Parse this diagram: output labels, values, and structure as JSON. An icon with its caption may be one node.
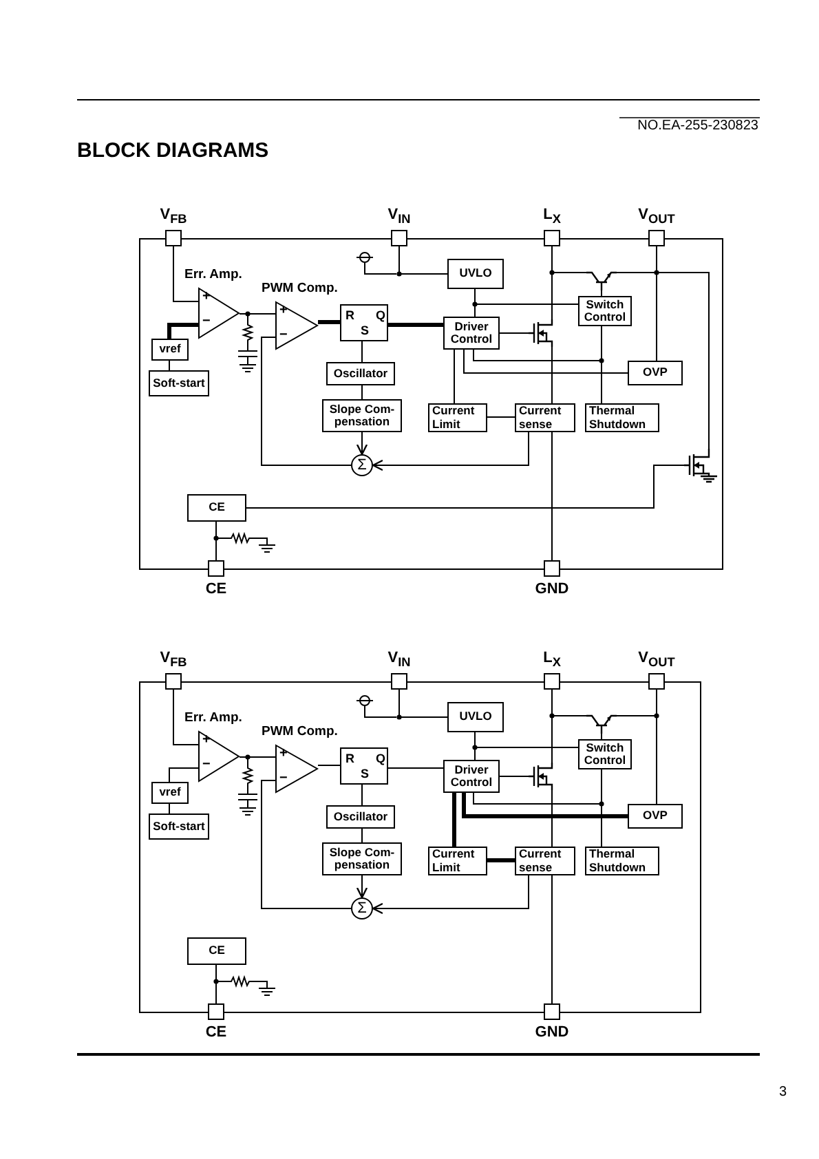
{
  "diagram": {
    "title": "BLOCK DIAGRAMS",
    "nodes": [
      {
        "text": [
          "V$_{FB}$"
        ]
      },
      {
        "text": [
          "V$_{IN}$"
        ]
      },
      {
        "text": [
          "L$_{X}$"
        ]
      },
      {
        "text": [
          "V$_{OUT}$"
        ]
      },
      {
        "text": [
          "Err. Amp.",
          "+",
          "−"
        ]
      },
      {
        "text": [
          "PWM Comp.",
          "+",
          "−"
        ]
      },
      {
        "text": [
          "R",
          "S",
          "Q"
        ]
      },
      {
        "text": [
          "vref"
        ]
      },
      {
        "text": [
          "Soft-start"
        ]
      },
      {
        "text": [
          "Oscillator"
        ]
      },
      {
        "text": [
          "Slope Com- pensation"
        ]
      },
      {
        "text": [
          "Σ"
        ]
      },
      {
        "text": [
          "UVLO"
        ]
      },
      {
        "text": [
          "Driver Control"
        ]
      },
      {
        "text": [
          "Switch Control"
        ]
      },
      {
        "text": [
          "OVP"
        ]
      },
      {
        "text": [
          "Current Limit"
        ]
      },
      {
        "text": [
          "Current sense"
        ]
      },
      {
        "text": [
          "Thermal Shutdown"
        ]
      },
      {
        "text": [
          "CE"
        ]
      },
      {
        "text": [
          "CE"
        ]
      },
      {
        "text": [
          "GND"
        ]
      },
      {
        "text": [],
        "shape": "transistor"
      },
      {
        "text": [],
        "shape": "transistor"
      },
      {
        "text": [],
        "shape": "transistor"
      },
      {
        "text": [
          "V$_{FB}$"
        ]
      },
      {
        "text": [
          "V$_{IN}$"
        ]
      },
      {
        "text": [
          "L$_{X}$"
        ]
      },
      {
        "text": [
          "V$_{OUT}$"
        ]
      },
      {
        "text": [
          "Err. Amp.",
          "+",
          "−"
        ]
      },
      {
        "text": [
          "PWM Comp.",
          "+",
          "−"
        ]
      },
      {
        "text": [
          "R",
          "S",
          "Q"
        ]
      },
      {
        "text": [
          "vref"
        ]
      },
      {
        "text": [
          "Soft-start"
        ]
      },
      {
        "text": [
          "Oscillator"
        ]
      },
      {
        "text": [
          "Slope Com- pensation"
        ]
      },
      {
        "text": [
          "Σ"
        ]
      },
      {
        "text": [
          "UVLO"
        ]
      },
      {
        "text": [
          "Driver Control"
        ]
      },
      {
        "text": [
          "Switch Control"
        ]
      },
      {
        "text": [
          "OVP"
        ]
      },
      {
        "text": [
          "Current Limit"
        ]
      },
      {
        "text": [
          "Current sense"
        ]
      },
      {
        "text": [
          "Thermal Shutdown"
        ]
      },
      {
        "text": [
          "CE"
        ]
      },
      {
        "text": [
          "CE"
        ]
      },
      {
        "text": [
          "GND"
        ]
      },
      {
        "text": [],
        "shape": "transistor"
      },
      {
        "text": [],
        "shape": "transistor"
      }
    ],
    "edges": [
      {
        "from": 0,
        "to": 4,
        "arrow": "none"
      },
      {
        "from": 7,
        "to": 4,
        "arrow": "none",
        "style": "thick"
      },
      {
        "from": 8,
        "to": 7,
        "arrow": "none"
      },
      {
        "from": 4,
        "to": 5,
        "arrow": "none"
      },
      {
        "from": 5,
        "to": 6,
        "arrow": "none",
        "style": "thick"
      },
      {
        "from": 6,
        "to": 9,
        "arrow": "none"
      },
      {
        "from": 9,
        "to": 10,
        "arrow": "none"
      },
      {
        "from": 10,
        "to": 11,
        "arrow": "to"
      },
      {
        "from": 11,
        "to": 5,
        "arrow": "none"
      },
      {
        "from": 17,
        "to": 11,
        "arrow": "to"
      },
      {
        "from": 6,
        "to": 13,
        "arrow": "none",
        "style": "thick"
      },
      {
        "from": 1,
        "to": 12,
        "arrow": "none"
      },
      {
        "from": 12,
        "to": 13,
        "arrow": "none"
      },
      {
        "from": 14,
        "to": 13,
        "arrow": "none"
      },
      {
        "from": 13,
        "to": 22,
        "arrow": "none"
      },
      {
        "from": 2,
        "to": 22,
        "arrow": "none"
      },
      {
        "from": 22,
        "to": 17,
        "arrow": "none"
      },
      {
        "from": 17,
        "to": 21,
        "arrow": "none"
      },
      {
        "from": 16,
        "to": 13,
        "arrow": "none"
      },
      {
        "from": 16,
        "to": 17,
        "arrow": "none"
      },
      {
        "from": 13,
        "to": 18,
        "arrow": "none"
      },
      {
        "from": 14,
        "to": 18,
        "arrow": "none"
      },
      {
        "from": 13,
        "to": 15,
        "arrow": "none"
      },
      {
        "from": 3,
        "to": 15,
        "arrow": "none"
      },
      {
        "from": 2,
        "to": 23,
        "arrow": "none"
      },
      {
        "from": 23,
        "to": 3,
        "arrow": "none"
      },
      {
        "from": 14,
        "to": 23,
        "arrow": "none"
      },
      {
        "from": 20,
        "to": 19,
        "arrow": "none"
      },
      {
        "from": 3,
        "to": 24,
        "arrow": "none"
      },
      {
        "from": 19,
        "to": 24,
        "arrow": "none"
      },
      {
        "from": 25,
        "to": 29,
        "arrow": "none"
      },
      {
        "from": 32,
        "to": 29,
        "arrow": "none"
      },
      {
        "from": 33,
        "to": 32,
        "arrow": "none"
      },
      {
        "from": 29,
        "to": 30,
        "arrow": "none"
      },
      {
        "from": 30,
        "to": 31,
        "arrow": "none"
      },
      {
        "from": 31,
        "to": 34,
        "arrow": "none"
      },
      {
        "from": 34,
        "to": 35,
        "arrow": "none"
      },
      {
        "from": 35,
        "to": 36,
        "arrow": "to"
      },
      {
        "from": 36,
        "to": 30,
        "arrow": "none"
      },
      {
        "from": 42,
        "to": 36,
        "arrow": "to"
      },
      {
        "from": 31,
        "to": 38,
        "arrow": "none"
      },
      {
        "from": 26,
        "to": 37,
        "arrow": "none"
      },
      {
        "from": 37,
        "to": 38,
        "arrow": "none"
      },
      {
        "from": 39,
        "to": 38,
        "arrow": "none"
      },
      {
        "from": 38,
        "to": 47,
        "arrow": "none"
      },
      {
        "from": 27,
        "to": 47,
        "arrow": "none"
      },
      {
        "from": 47,
        "to": 42,
        "arrow": "none"
      },
      {
        "from": 42,
        "to": 46,
        "arrow": "none"
      },
      {
        "from": 41,
        "to": 38,
        "arrow": "none",
        "style": "thick"
      },
      {
        "from": 41,
        "to": 42,
        "arrow": "none",
        "style": "thick"
      },
      {
        "from": 38,
        "to": 43,
        "arrow": "none"
      },
      {
        "from": 39,
        "to": 43,
        "arrow": "none"
      },
      {
        "from": 38,
        "to": 40,
        "arrow": "none",
        "style": "thick"
      },
      {
        "from": 28,
        "to": 40,
        "arrow": "none"
      },
      {
        "from": 27,
        "to": 48,
        "arrow": "none"
      },
      {
        "from": 48,
        "to": 28,
        "arrow": "none"
      },
      {
        "from": 39,
        "to": 48,
        "arrow": "none"
      },
      {
        "from": 45,
        "to": 44,
        "arrow": "none"
      }
    ],
    "labels": [
      "NO.EA-255-230823",
      "3"
    ]
  }
}
